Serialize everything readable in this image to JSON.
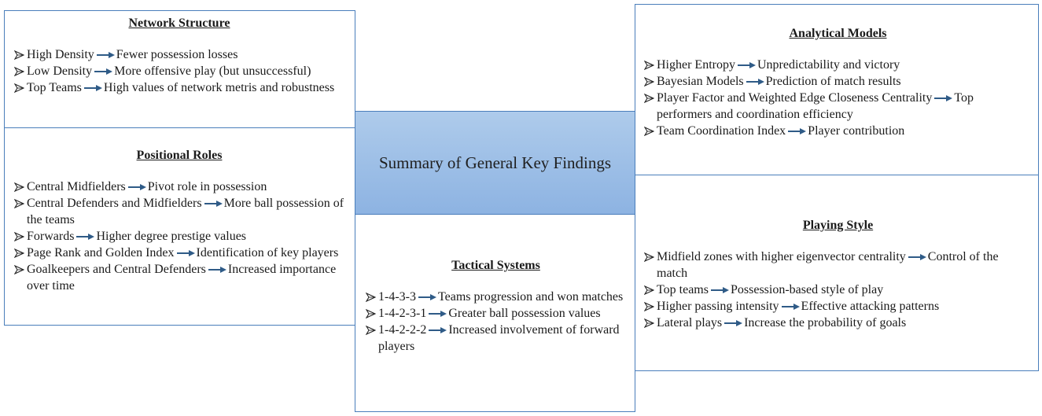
{
  "center": {
    "title": "Summary of General Key Findings"
  },
  "icons": {
    "bullet": "arrowhead-bullet-icon",
    "connector": "right-arrow-icon"
  },
  "colors": {
    "border": "#4a7ebb",
    "arrow": "#2f5b87",
    "center_fill_top": "#aecbeb",
    "center_fill_bottom": "#8db3e2"
  },
  "sections": {
    "network_structure": {
      "title": "Network Structure",
      "items": [
        {
          "label": "High Density",
          "result": "Fewer possession losses"
        },
        {
          "label": "Low Density",
          "result": "More offensive play (but unsuccessful)"
        },
        {
          "label": "Top Teams",
          "result": "High values of network metris and robustness"
        }
      ]
    },
    "positional_roles": {
      "title": "Positional Roles",
      "items": [
        {
          "label": "Central Midfielders",
          "result": "Pivot role in possession"
        },
        {
          "label": "Central Defenders and Midfielders",
          "result": "More ball possession of the teams"
        },
        {
          "label": "Forwards",
          "result": "Higher degree prestige values"
        },
        {
          "label": "Page Rank and Golden Index",
          "result": "Identification of key players"
        },
        {
          "label": "Goalkeepers and Central Defenders",
          "result": "Increased importance over time"
        }
      ]
    },
    "tactical_systems": {
      "title": "Tactical Systems",
      "items": [
        {
          "label": "1-4-3-3",
          "result": "Teams progression and won matches"
        },
        {
          "label": "1-4-2-3-1",
          "result": "Greater ball possession values"
        },
        {
          "label": "1-4-2-2-2",
          "result": "Increased involvement of forward players"
        }
      ]
    },
    "analytical_models": {
      "title": "Analytical Models",
      "items": [
        {
          "label": "Higher Entropy",
          "result": "Unpredictability and victory"
        },
        {
          "label": "Bayesian Models",
          "result": "Prediction of match results"
        },
        {
          "label": "Player Factor and Weighted Edge Closeness Centrality",
          "result": "Top performers and coordination efficiency"
        },
        {
          "label": "Team Coordination Index",
          "result": "Player contribution"
        }
      ]
    },
    "playing_style": {
      "title": "Playing Style",
      "items": [
        {
          "label": "Midfield zones with higher eigenvector centrality",
          "result": "Control of the match"
        },
        {
          "label": "Top teams",
          "result": "Possession-based style of play"
        },
        {
          "label": "Higher passing intensity",
          "result": "Effective attacking patterns"
        },
        {
          "label": "Lateral plays",
          "result": "Increase the probability of goals"
        }
      ]
    }
  }
}
